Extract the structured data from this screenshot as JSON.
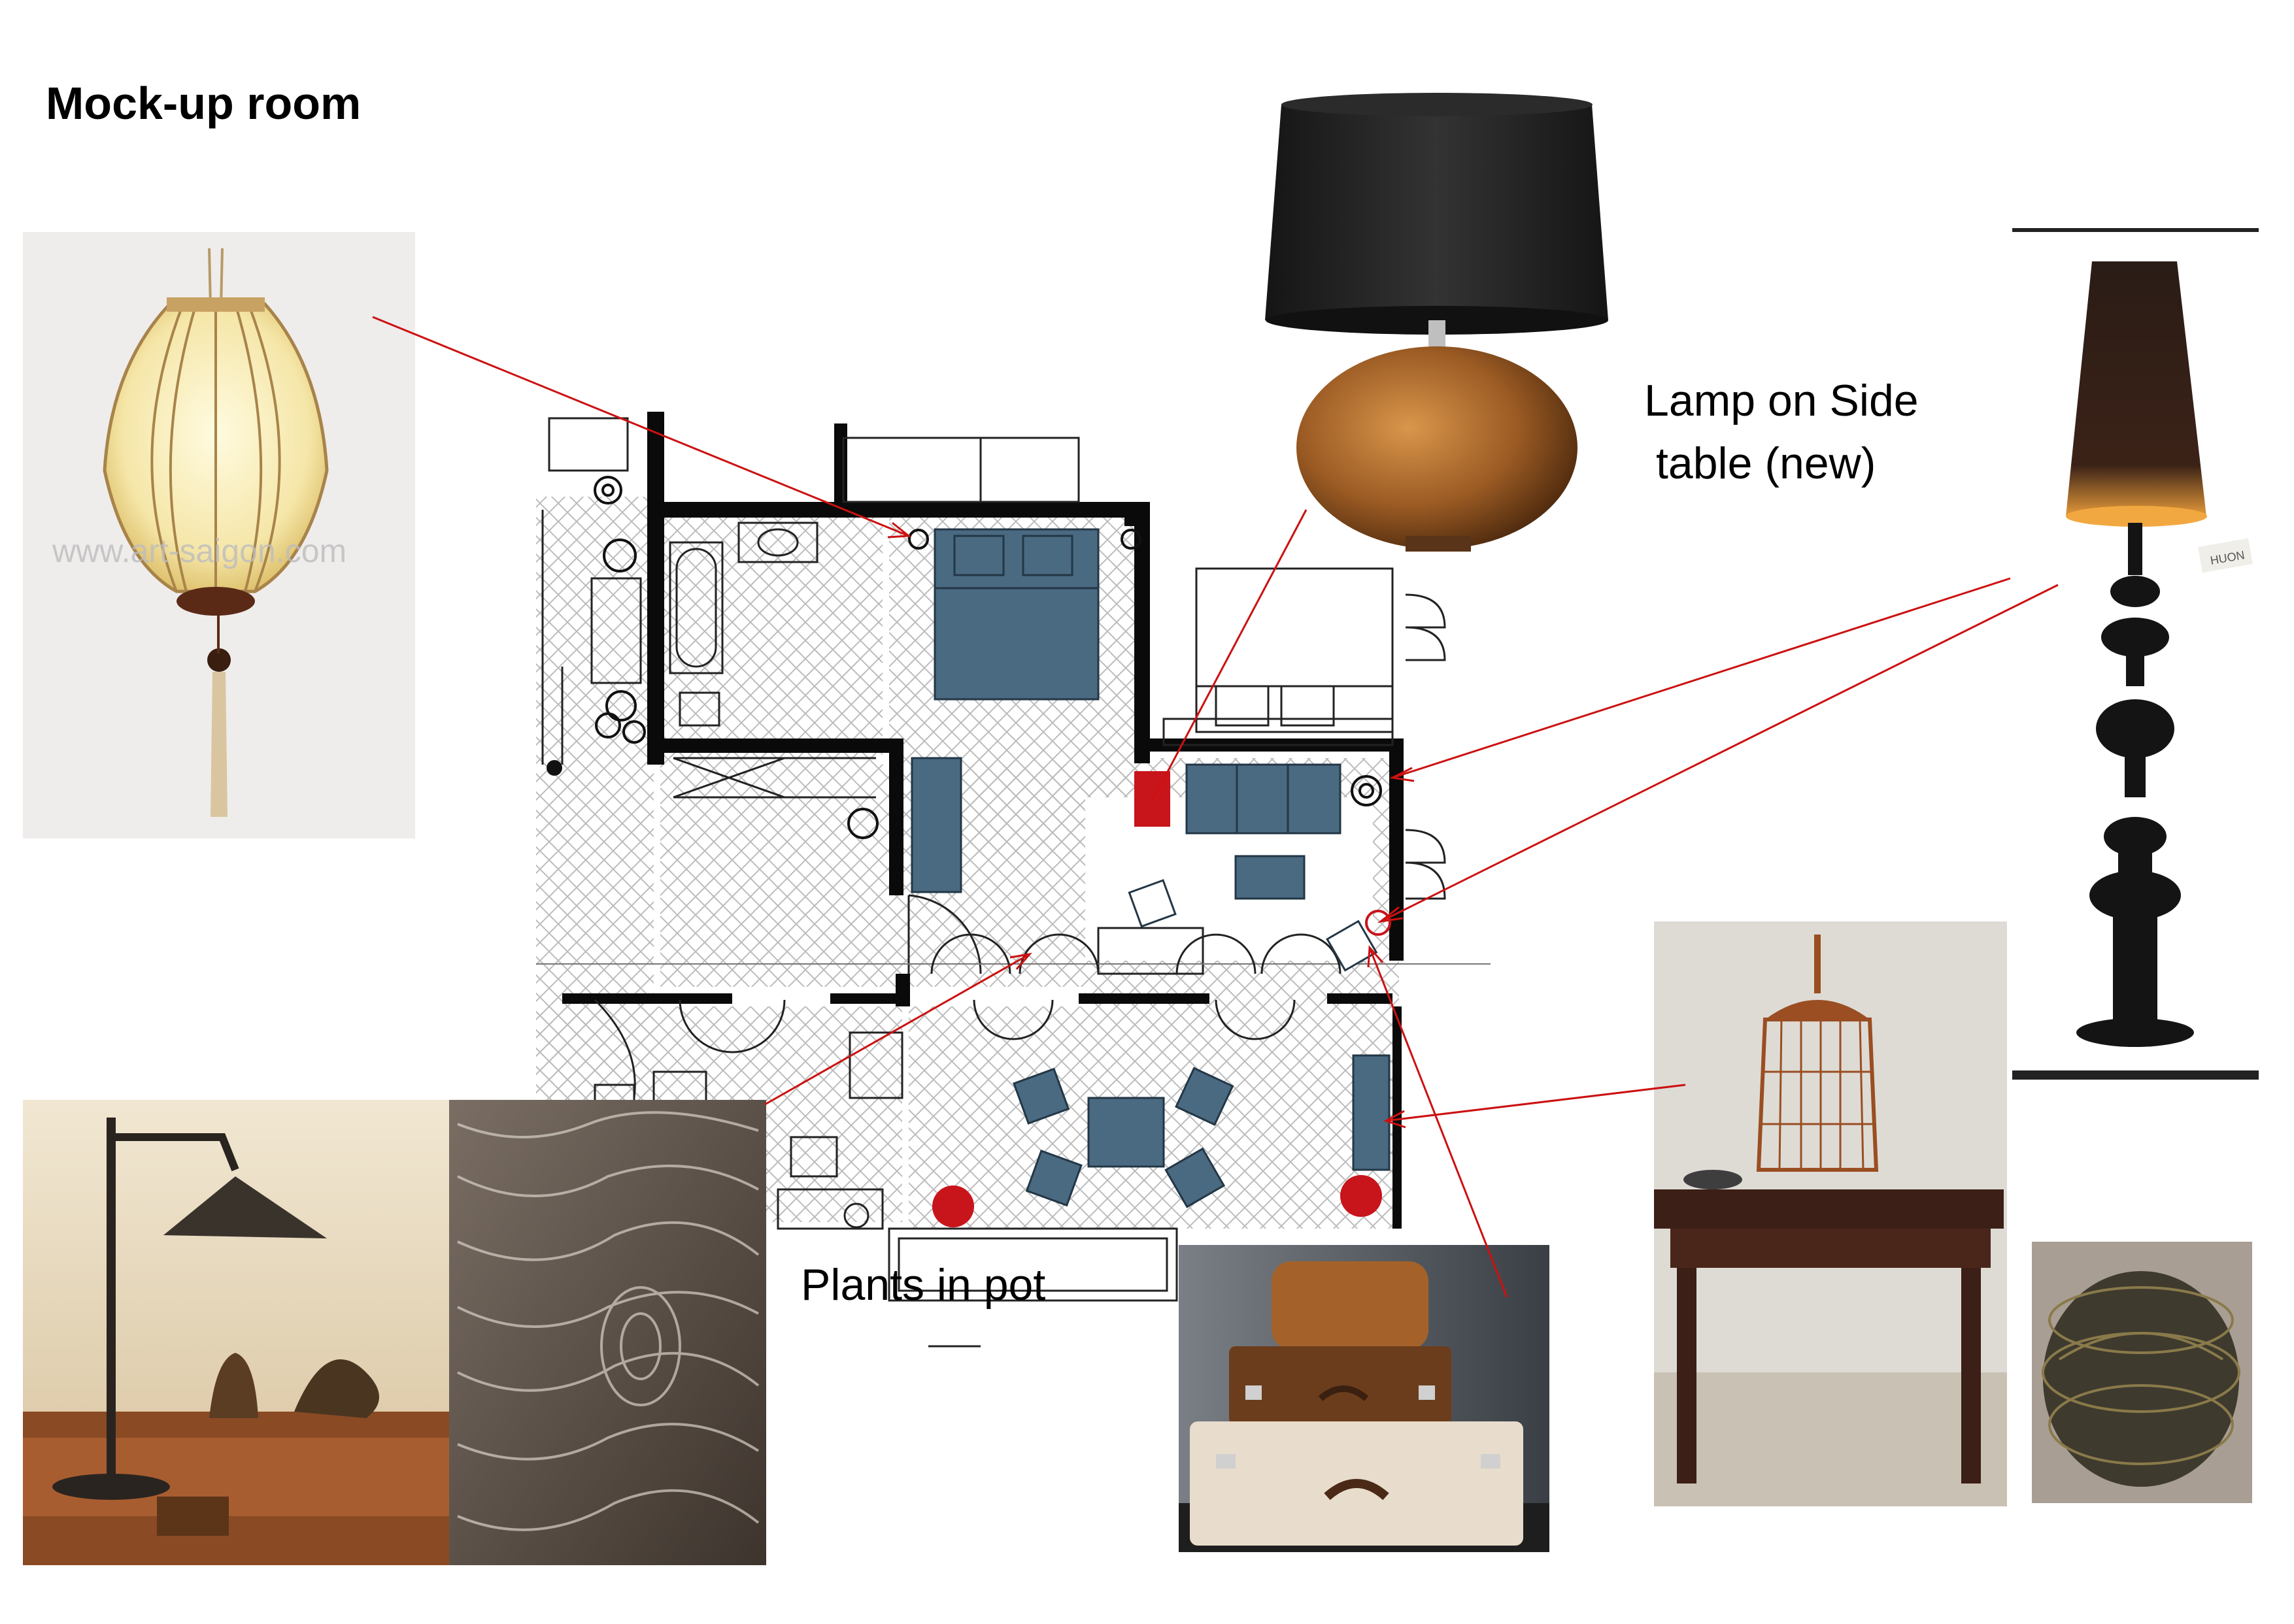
{
  "page": {
    "title": "Mock-up room"
  },
  "annotations": {
    "lamp_label_line1": "Lamp on Side",
    "lamp_label_line2": "table (new)",
    "plants_label": "Plants in pot"
  },
  "images": {
    "lantern": {
      "watermark": "www.art-saigon.com"
    },
    "floor_lamp": {
      "tag": "HUON"
    }
  },
  "colors": {
    "furniture": "#4a6a82",
    "accent_red": "#c8141b",
    "wall": "#0a0a0a",
    "hatch": "#bdbdbd",
    "arrow": "#cc1111"
  }
}
